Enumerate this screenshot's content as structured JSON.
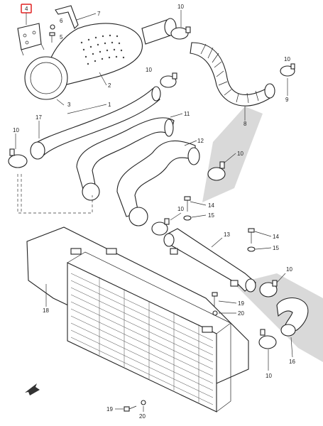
{
  "highlight_color": "#e02020",
  "callouts": {
    "c4": "4",
    "c7": "7",
    "c6": "6",
    "c5": "5",
    "c10a": "10",
    "c10b": "10",
    "c10c": "10",
    "c10d": "10",
    "c10e": "10",
    "c10f": "10",
    "c10g": "10",
    "c10h": "10",
    "c9": "9",
    "c3": "3",
    "c2": "2",
    "c1": "1",
    "c8": "8",
    "c17": "17",
    "c11": "11",
    "c12": "12",
    "c14a": "14",
    "c14b": "14",
    "c15a": "15",
    "c15b": "15",
    "c13": "13",
    "c18": "18",
    "c19a": "19",
    "c19b": "19",
    "c20a": "20",
    "c20b": "20",
    "c16": "16"
  }
}
